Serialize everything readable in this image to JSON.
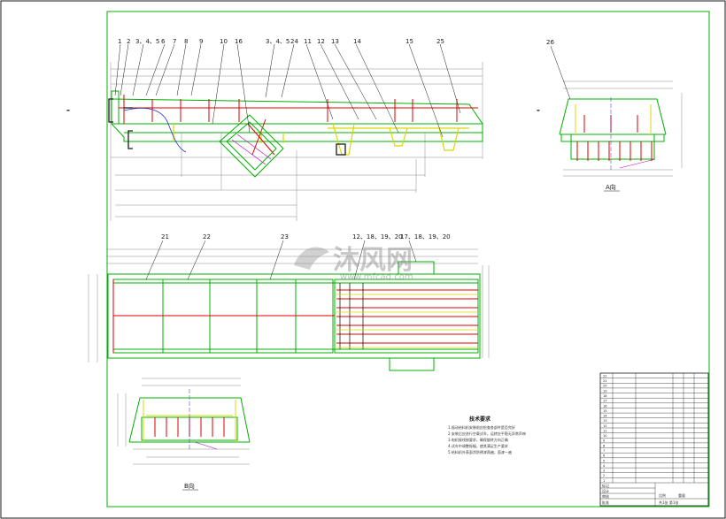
{
  "watermark": {
    "brand": "沐风网",
    "url": "www.mfcad.com"
  },
  "balloons": {
    "top": [
      "1",
      "2",
      "3、4、5",
      "6",
      "7",
      "8",
      "9",
      "10",
      "3、4、5",
      "24",
      "11",
      "12",
      "13",
      "14",
      "15",
      "25"
    ],
    "mid": [
      "21",
      "22",
      "23",
      "12、18、19、20",
      "17、18、19、20"
    ],
    "right": "26"
  },
  "view_labels": {
    "side": "A向",
    "bottom": "B向"
  },
  "notes": {
    "title": "技术要求",
    "lines": [
      "1.振动给料机安装前应检查各部件是否完好",
      "2.安装后应进行空载试车，运转应平稳无异常声响",
      "3.电机接线按要求，确保旋转方向正确",
      "4.试车中调整振幅，使其满足生产要求",
      "5.给料机外表面涂防锈漆两遍，面漆一遍"
    ]
  },
  "title_block": {
    "rows": 22,
    "footer_left": [
      "标记",
      "设计",
      "审核",
      "工艺",
      "批准"
    ],
    "footer_right": [
      "比例",
      "重量",
      "共1张 第1张"
    ]
  },
  "colors": {
    "frame": "#00b000",
    "red": "#e00000",
    "yellow": "#d8d800",
    "dim": "#8a8a8a",
    "blue": "#2030d0",
    "magenta": "#c000c0",
    "black": "#1a1a1a"
  }
}
